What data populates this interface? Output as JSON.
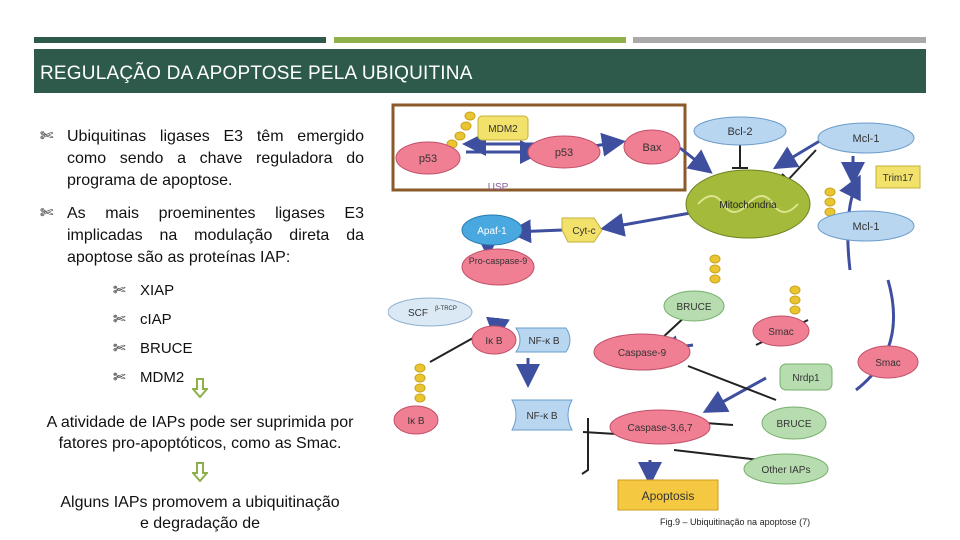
{
  "header": {
    "title": "REGULAÇÃO DA APOPTOSE PELA UBIQUITINA"
  },
  "bullets": [
    "Ubiquitinas ligases E3 têm emergido como sendo a chave reguladora do programa de apoptose.",
    "As mais proeminentes ligases E3 implicadas na modulação direta da apoptose são as proteínas IAP:"
  ],
  "sub_bullets": [
    "XIAP",
    "cIAP",
    "BRUCE",
    "MDM2"
  ],
  "paragraph1": "A atividade de IAPs pode ser suprimida por fatores pro-apoptóticos, como as Smac.",
  "paragraph2": "Alguns IAPs promovem a ubiquitinação e degradação de",
  "diagram_labels": {
    "mdm2": "MDM2",
    "p53_left": "p53",
    "p53_right": "p53",
    "bax": "Bax",
    "usp": "USP",
    "bcl2": "Bcl-2",
    "mcl1_top": "Mcl-1",
    "trim17": "Trim17",
    "mitochondria": "Mitochondria",
    "mcl1_mid": "Mcl-1",
    "apaf1": "Apaf-1",
    "cytc": "Cyt-c",
    "procasp9": "Pro-caspase-9",
    "scf": "SCF",
    "scf_sup": "β-TRCP",
    "bruce_top": "BRUCE",
    "smac_left": "Smac",
    "ikb_top": "Iκ B",
    "nfkb_top": "NF-κ B",
    "caspase9": "Caspase-9",
    "smac_right": "Smac",
    "nrdp1": "Nrdp1",
    "ikb_bottom": "Iκ B",
    "nfkb_bottom": "NF-κ B",
    "caspase367": "Caspase-3,6,7",
    "bruce_bottom": "BRUCE",
    "other_iaps": "Other IAPs",
    "apoptosis": "Apoptosis"
  },
  "caption": "Fig.9 – Ubiquitinação na apoptose (7)",
  "colors": {
    "title_band": "#2e5a4c",
    "bar_green": "#8db04a",
    "bar_gray": "#a9a9a9",
    "highlight_box": "#8b5a2b"
  },
  "icons": {
    "bullet": "scissors-icon",
    "arrow": "arrow-down-icon"
  }
}
